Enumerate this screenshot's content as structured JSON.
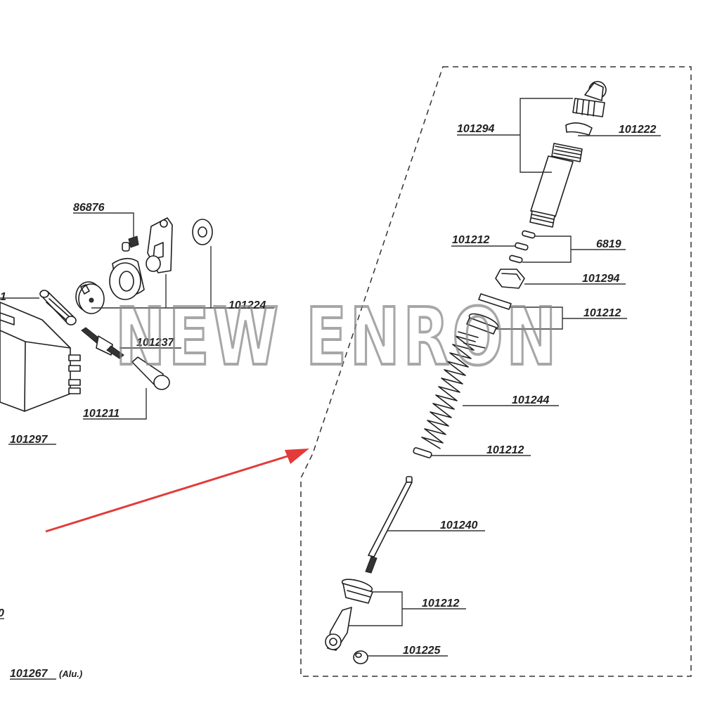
{
  "watermark": {
    "text": "NEW ENRON"
  },
  "labels": {
    "p_101294_top": "101294",
    "p_101222": "101222",
    "p_101212_a": "101212",
    "p_6819": "6819",
    "p_101294_nut": "101294",
    "p_101212_b": "101212",
    "p_101244": "101244",
    "p_101212_c": "101212",
    "p_101240": "101240",
    "p_101212_d": "101212",
    "p_101225": "101225",
    "p_86876": "86876",
    "p_101224": "101224",
    "p_101237": "101237",
    "p_101211": "101211",
    "p_101297": "101297",
    "p_101267": "101267",
    "p_101267_note": "(Alu.)",
    "p_cut_1": "1",
    "p_cut_0": "0"
  },
  "colors": {
    "ink": "#1e1e1e",
    "arrow": "#e23b3b",
    "watermark": "#8a8a8a"
  }
}
